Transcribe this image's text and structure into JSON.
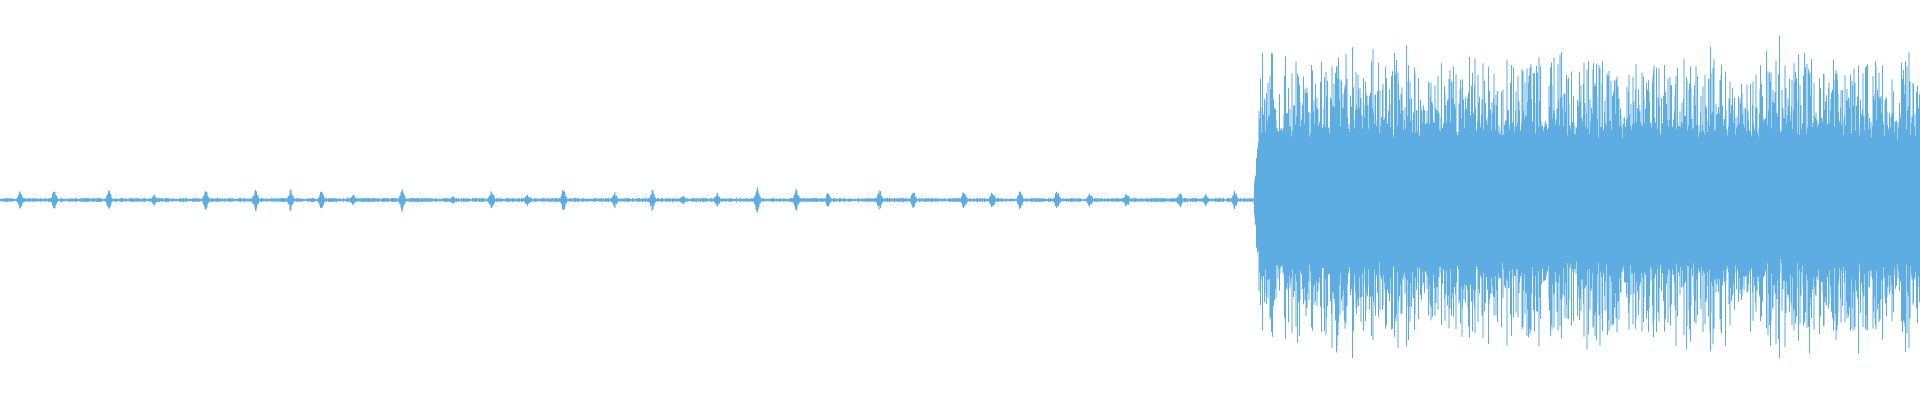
{
  "chart_data": {
    "type": "waveform",
    "title": "",
    "xlabel": "",
    "ylabel": "",
    "ylim": [
      -1,
      1
    ],
    "grid": false,
    "legend": "none",
    "color": "#5dade2",
    "segments": [
      {
        "kind": "quiet",
        "start_fraction": 0.0,
        "end_fraction": 0.653,
        "base_amplitude": 0.01,
        "spike_amplitude": 0.09
      },
      {
        "kind": "loud",
        "start_fraction": 0.653,
        "end_fraction": 1.0,
        "body_amplitude": 0.45,
        "peak_amplitude": 0.97
      }
    ]
  }
}
